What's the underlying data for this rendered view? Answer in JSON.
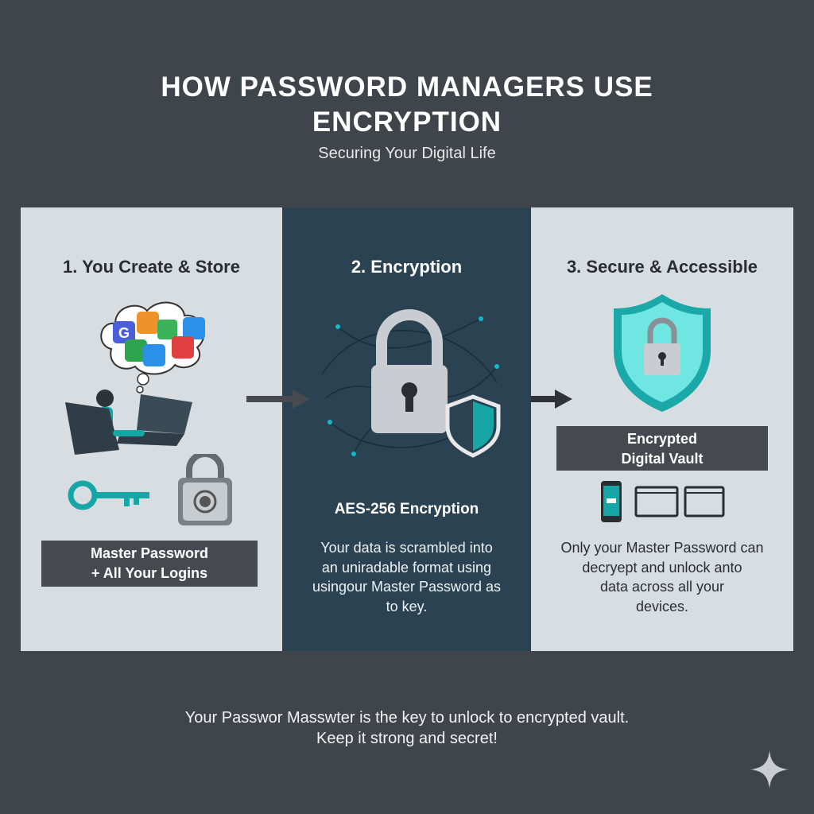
{
  "header": {
    "title_line1": "HOW PASSWORD MANAGERS USE",
    "title_line2": "ENCRYPTION",
    "subtitle": "Securing Your Digital Life"
  },
  "panels": [
    {
      "heading": "1. You Create & Store",
      "label_line1": "Master Password",
      "label_line2": "+ All Your Logins",
      "icons": [
        "thought-bubble-app-icons",
        "person-laptop",
        "key-icon",
        "safe-lock-icon"
      ]
    },
    {
      "heading": "2. Encryption",
      "subheading": "AES-256 Encryption",
      "text": [
        "Your data is scrambled into",
        "an uniradable format using",
        "usingour Master Password as",
        "to key."
      ],
      "icons": [
        "padlock-network",
        "shield-icon"
      ]
    },
    {
      "heading": "3. Secure & Accessible",
      "label_line1": "Encrypted",
      "label_line2": "Digital Vault",
      "text": [
        "Only your Master Password can",
        "decryept and unlock anto",
        "data across all your",
        "devices."
      ],
      "icons": [
        "shield-lock-icon",
        "phone-icon",
        "tablet-icon",
        "browser-icon"
      ]
    }
  ],
  "footer": {
    "line1": "Your Passwor Masswter is the key to unlock to encrypted vault.",
    "line2": "Keep it strong and secret!"
  },
  "colors": {
    "background": "#40444b",
    "panel_light": "#d8dde1",
    "panel_dark": "#2a4251",
    "teal": "#16a6a6",
    "label_box": "#464a50"
  }
}
